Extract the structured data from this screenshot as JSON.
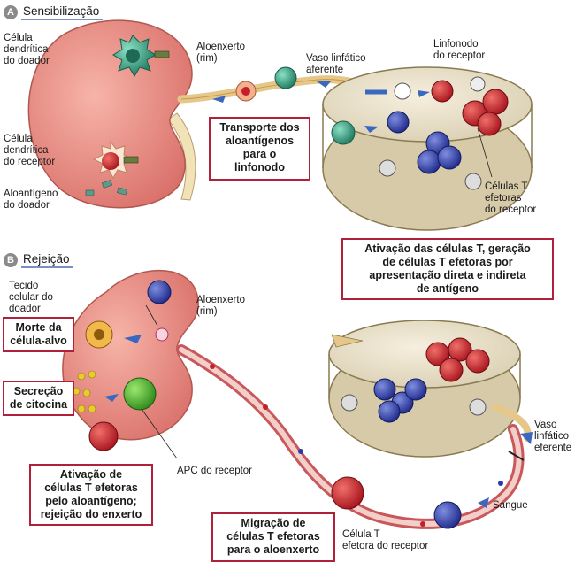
{
  "section_a": {
    "letter": "A",
    "title": "Sensibilização"
  },
  "section_b": {
    "letter": "B",
    "title": "Rejeição"
  },
  "labels": {
    "donor_dc": [
      "Célula",
      "dendrítica",
      "do doador"
    ],
    "recipient_dc": [
      "Célula",
      "dendrítica",
      "do receptor"
    ],
    "donor_alloantigen": [
      "Aloantígeno",
      "do doador"
    ],
    "allograft_a": [
      "Aloenxerto",
      "(rim)"
    ],
    "afferent_lymphatic": [
      "Vaso linfático",
      "aferente"
    ],
    "recipient_lymph_node": [
      "Linfonodo",
      "do receptor"
    ],
    "effector_t_cells": [
      "Células T",
      "efetoras",
      "do receptor"
    ],
    "donor_tissue": [
      "Tecido",
      "celular do",
      "doador"
    ],
    "allograft_b": [
      "Aloenxerto",
      "(rim)"
    ],
    "recipient_apc": "APC do receptor",
    "efferent_lymphatic": [
      "Vaso",
      "linfático",
      "eferente"
    ],
    "blood": "Sangue",
    "recipient_t_cell": [
      "Célula T",
      "efetora do receptor"
    ]
  },
  "boxes": {
    "transport": [
      "Transporte dos",
      "aloantígenos",
      "para o",
      "linfonodo"
    ],
    "activation": [
      "Ativação das células T, geração",
      "de células T efetoras por",
      "apresentação direta e indireta",
      "de antígeno"
    ],
    "target_death": [
      "Morte da",
      "célula-alvo"
    ],
    "cytokine": [
      "Secreção",
      "de citocina"
    ],
    "effector_activation": [
      "Ativação de",
      "células T efetoras",
      "pelo aloantígeno;",
      "rejeição do enxerto"
    ],
    "migration": [
      "Migração de",
      "células T efetoras",
      "para o aloenxerto"
    ]
  },
  "colors": {
    "kidney": "#e88f84",
    "node": "#ebe2cc",
    "box_border": "#b0203a",
    "red_cell": "#c4202c",
    "blue_cell": "#2a3aa8",
    "green_cell": "#2e9a7c"
  }
}
